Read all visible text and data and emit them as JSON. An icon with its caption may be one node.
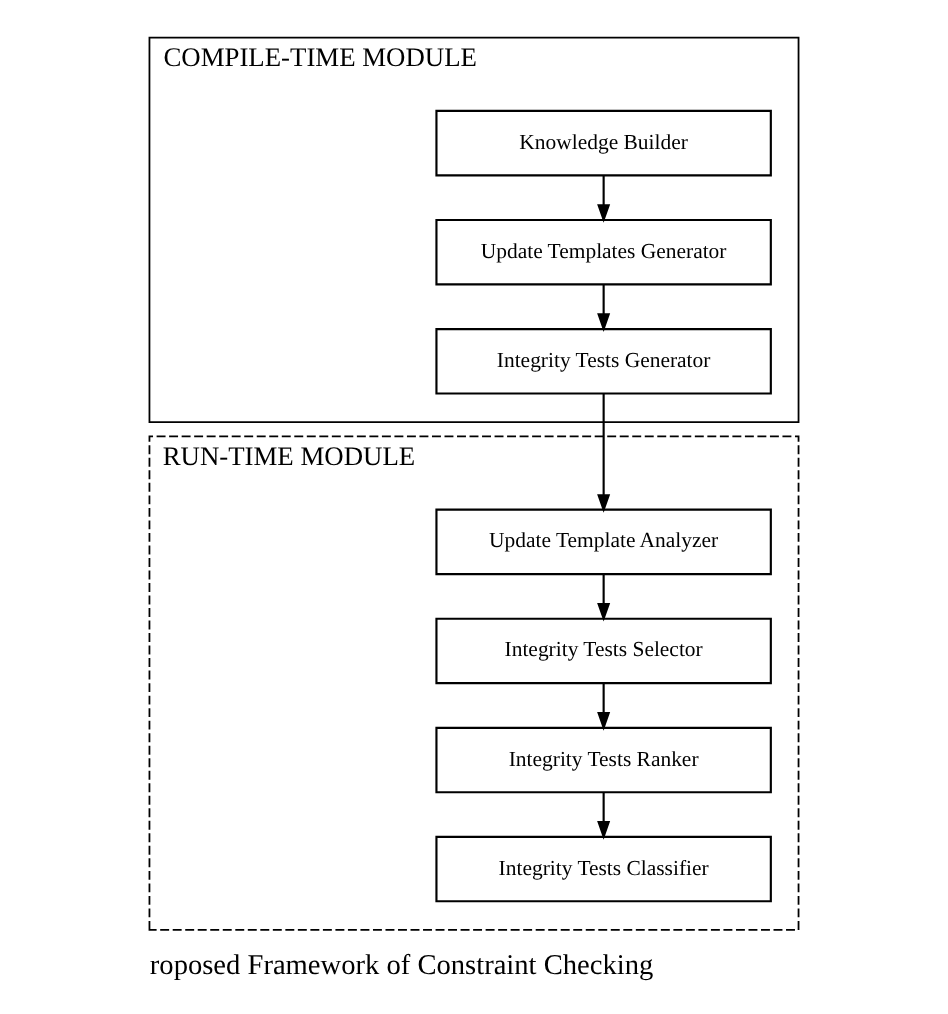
{
  "diagram": {
    "caption": "roposed Framework of Constraint Checking",
    "nodes": [
      {
        "text": [
          "COMPILE-TIME MODULE"
        ]
      },
      {
        "text": [
          "Knowledge Builder"
        ],
        "in": 0
      },
      {
        "text": [
          "Update Templates Generator"
        ],
        "in": 0
      },
      {
        "text": [
          "Integrity Tests Generator"
        ],
        "in": 0
      },
      {
        "text": [
          "RUN-TIME MODULE"
        ]
      },
      {
        "text": [
          "Update Template Analyzer"
        ],
        "in": 4
      },
      {
        "text": [
          "Integrity Tests Selector"
        ],
        "in": 4
      },
      {
        "text": [
          "Integrity Tests Ranker"
        ],
        "in": 4
      },
      {
        "text": [
          "Integrity Tests Classifier"
        ],
        "in": 4
      }
    ],
    "edges": [
      {
        "from": 1,
        "to": 2,
        "arrow": "to"
      },
      {
        "from": 2,
        "to": 3,
        "arrow": "to"
      },
      {
        "from": 3,
        "to": 5,
        "arrow": "to"
      },
      {
        "from": 5,
        "to": 6,
        "arrow": "to"
      },
      {
        "from": 6,
        "to": 7,
        "arrow": "to"
      },
      {
        "from": 7,
        "to": 8,
        "arrow": "to"
      }
    ]
  }
}
